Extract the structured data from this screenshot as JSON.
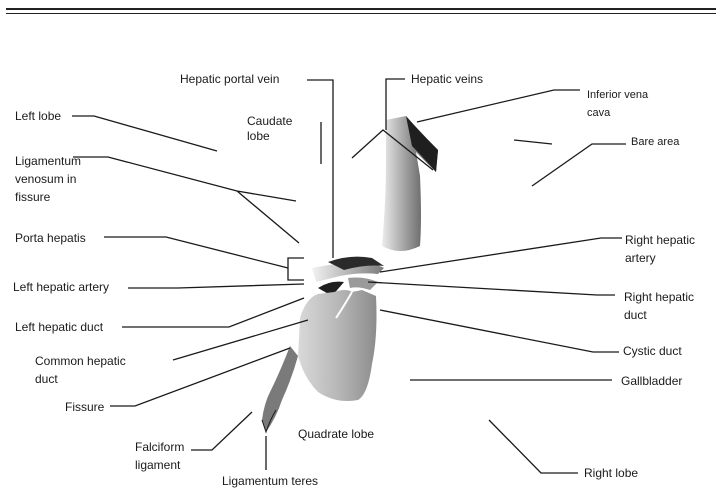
{
  "labels": {
    "hepatic_portal_vein": "Hepatic portal vein",
    "hepatic_veins": "Hepatic veins",
    "inferior_vena_cava": "Inferior vena\ncava",
    "left_lobe": "Left lobe",
    "caudate_lobe": "Caudate\nlobe",
    "bare_area": "Bare area",
    "ligamentum_venosum": "Ligamentum\nvenosum in\nfissure",
    "porta_hepatis": "Porta hepatis",
    "right_hepatic_artery": "Right hepatic\nartery",
    "left_hepatic_artery": "Left hepatic artery",
    "right_hepatic_duct": "Right hepatic\nduct",
    "left_hepatic_duct": "Left hepatic duct",
    "common_hepatic_duct": "Common hepatic\nduct",
    "cystic_duct": "Cystic duct",
    "gallbladder": "Gallbladder",
    "fissure": "Fissure",
    "quadrate_lobe": "Quadrate lobe",
    "falciform_ligament": "Falciform\nligament",
    "right_lobe": "Right lobe",
    "ligamentum_teres": "Ligamentum teres"
  },
  "colors": {
    "line": "#1a1a1a",
    "shade_dark": "#2a2a2a",
    "shade_mid": "#8a8a8a",
    "shade_light": "#d8d8d8"
  }
}
